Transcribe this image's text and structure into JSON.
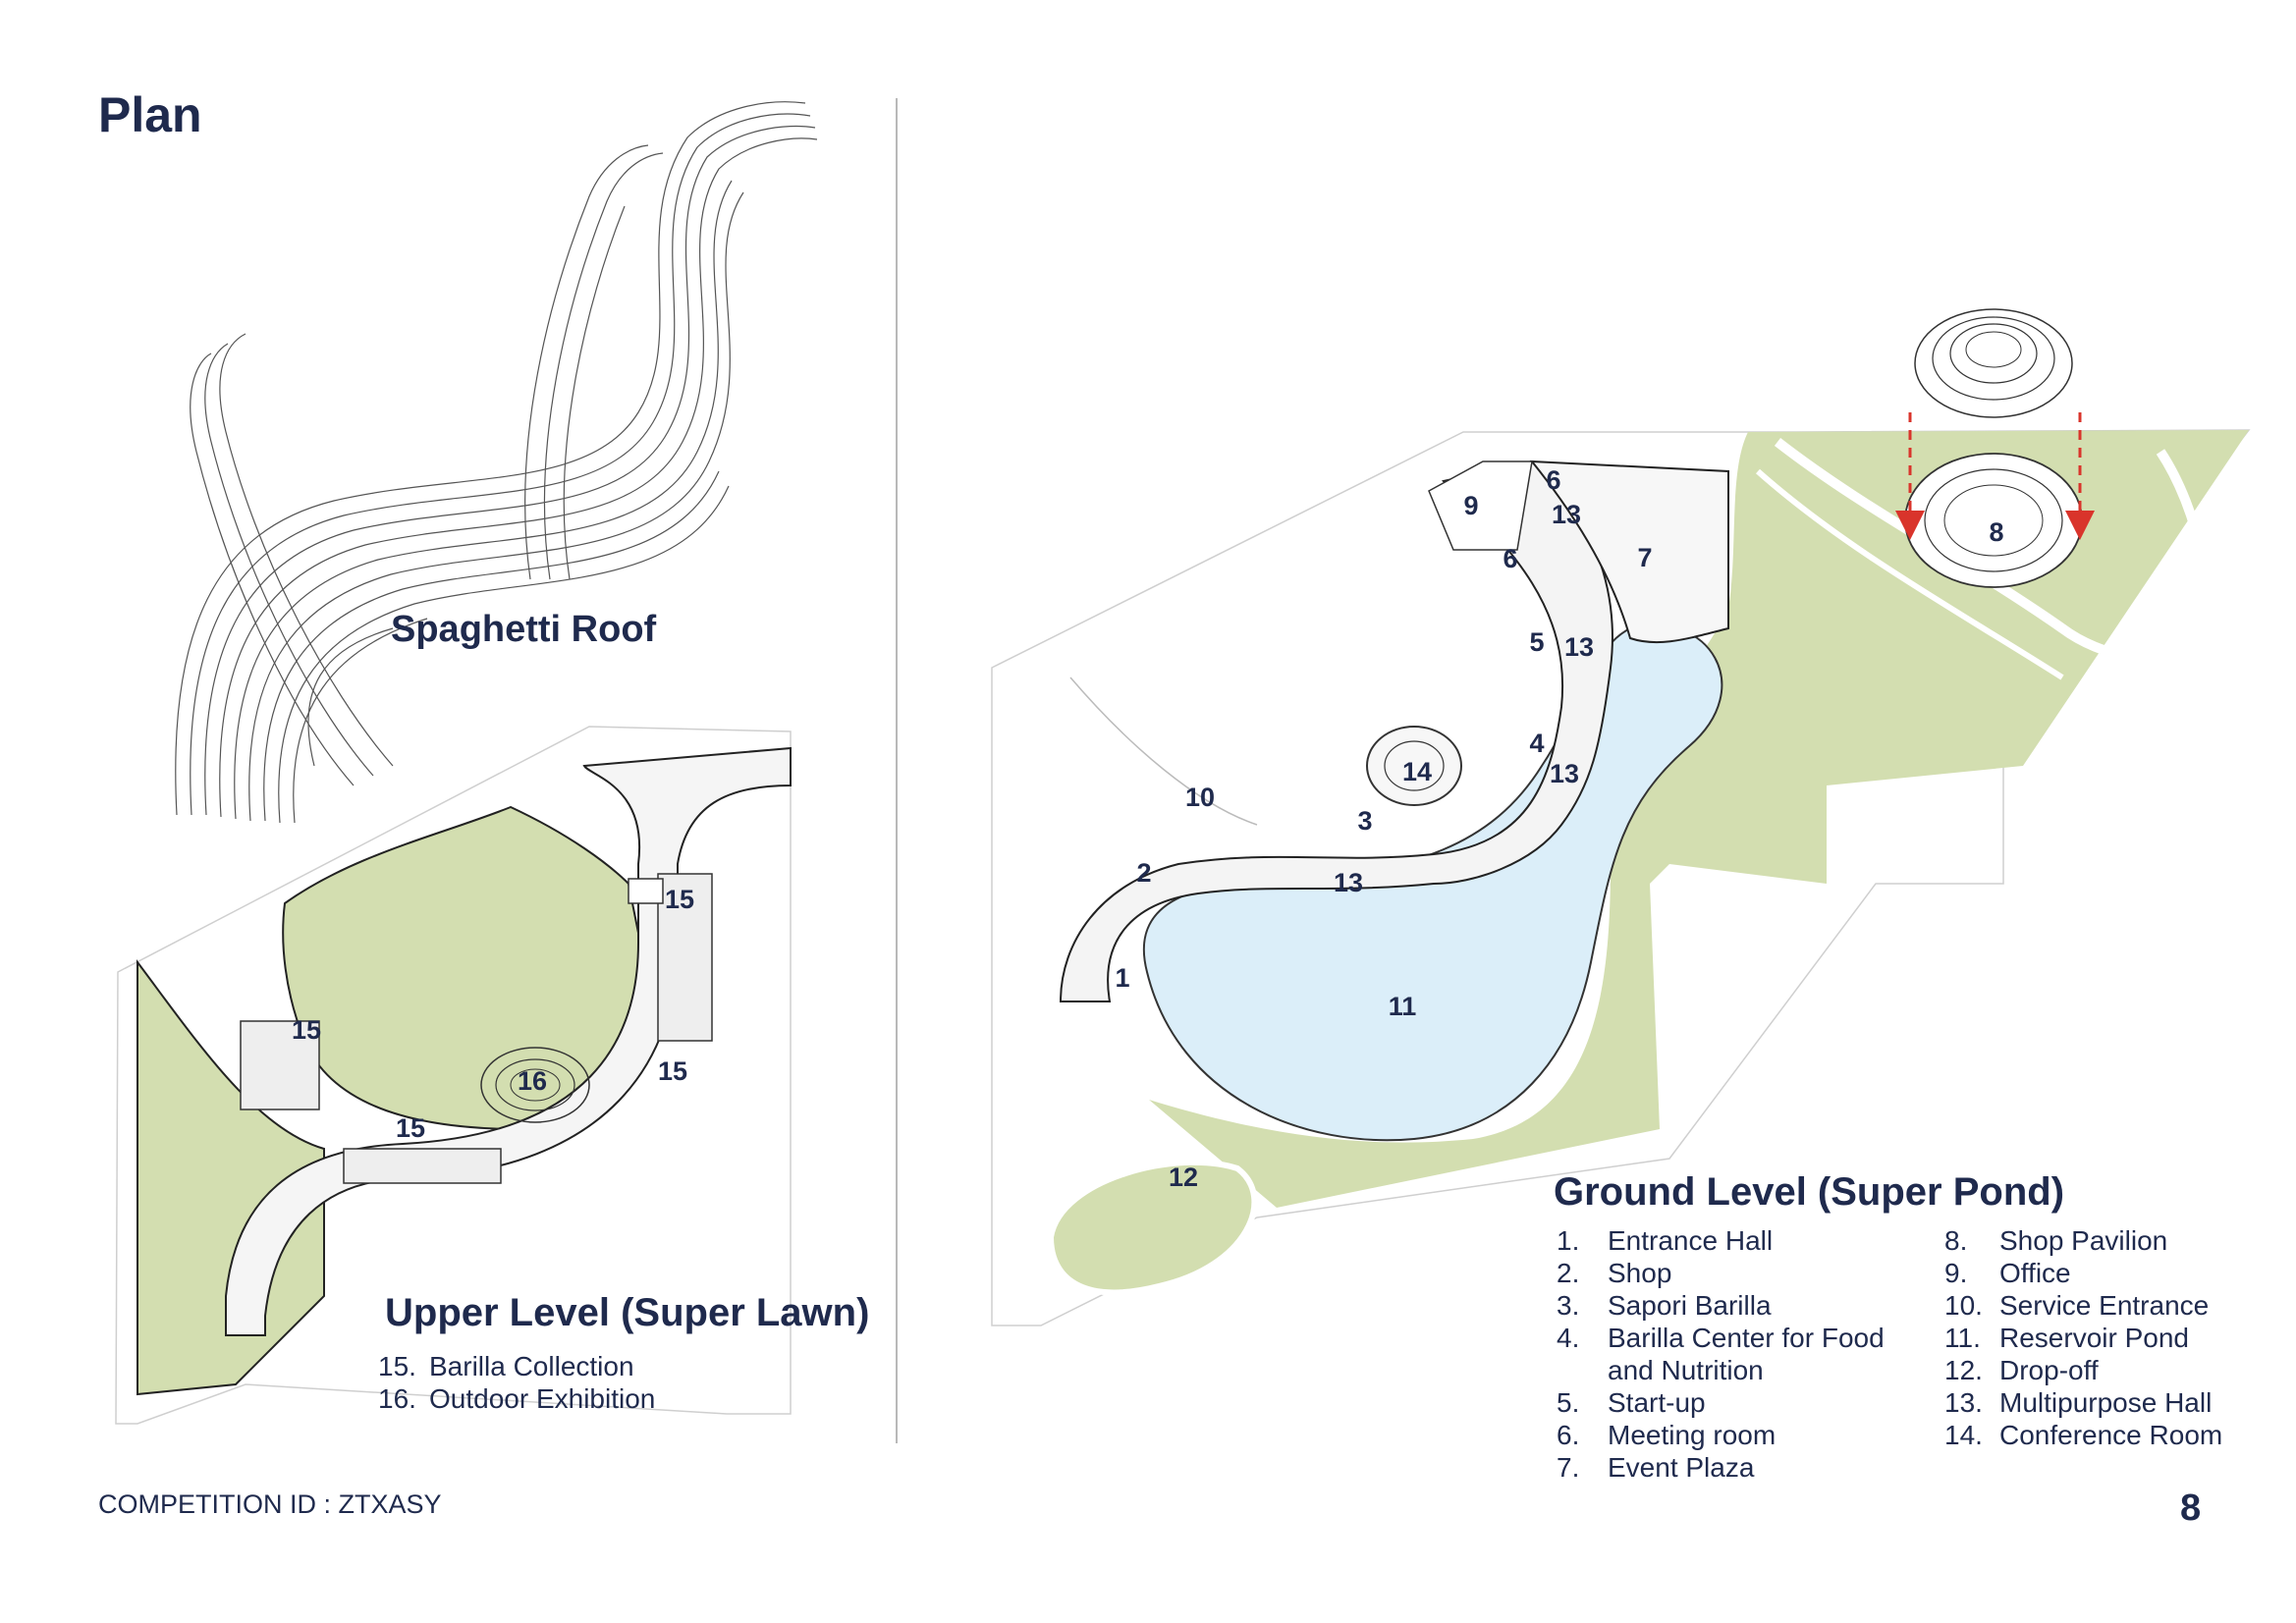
{
  "page": {
    "title": "Plan",
    "competition_id": "COMPETITION ID : ZTXASY",
    "page_number": "8"
  },
  "roof": {
    "title": "Spaghetti Roof"
  },
  "upper_level": {
    "title": "Upper Level (Super Lawn)",
    "legend": [
      {
        "num": "15.",
        "label": "Barilla Collection"
      },
      {
        "num": "16.",
        "label": "Outdoor Exhibition"
      }
    ],
    "markers": [
      "15",
      "15",
      "15",
      "15",
      "16"
    ]
  },
  "ground_level": {
    "title": "Ground Level (Super Pond)",
    "legend_left": [
      {
        "num": "1.",
        "label": "Entrance Hall"
      },
      {
        "num": "2.",
        "label": "Shop"
      },
      {
        "num": "3.",
        "label": "Sapori Barilla"
      },
      {
        "num": "4.",
        "label": "Barilla Center for Food"
      },
      {
        "num": "",
        "label": "and Nutrition"
      },
      {
        "num": "5.",
        "label": "Start-up"
      },
      {
        "num": "6.",
        "label": "Meeting room"
      },
      {
        "num": "7.",
        "label": "Event Plaza"
      }
    ],
    "legend_right": [
      {
        "num": "8.",
        "label": "Shop Pavilion"
      },
      {
        "num": "9.",
        "label": "Office"
      },
      {
        "num": "10.",
        "label": "Service Entrance"
      },
      {
        "num": "11.",
        "label": "Reservoir Pond"
      },
      {
        "num": "12.",
        "label": "Drop-off"
      },
      {
        "num": "13.",
        "label": "Multipurpose Hall"
      },
      {
        "num": "14.",
        "label": "Conference Room"
      }
    ],
    "markers": [
      "1",
      "2",
      "3",
      "4",
      "5",
      "6",
      "6",
      "7",
      "8",
      "9",
      "10",
      "11",
      "12",
      "13",
      "13",
      "13",
      "13",
      "14"
    ]
  },
  "colors": {
    "lawn": "#d3deb0",
    "pond": "#dbeef9",
    "ink": "#1f2a4d",
    "arrow": "#d9342b"
  }
}
